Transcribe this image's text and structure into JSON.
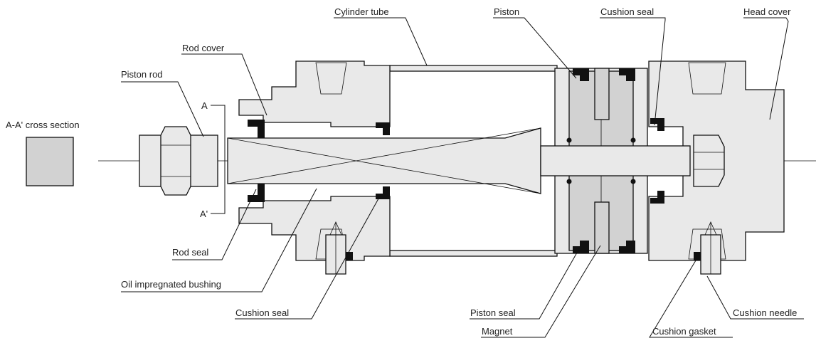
{
  "labels": {
    "section_title": "A-A' cross section",
    "section_a": "A",
    "section_a_prime": "A'",
    "piston_rod": "Piston rod",
    "rod_cover": "Rod cover",
    "cylinder_tube": "Cylinder tube",
    "piston": "Piston",
    "cushion_seal_top": "Cushion seal",
    "head_cover": "Head cover",
    "rod_seal": "Rod seal",
    "bushing": "Oil impregnated bushing",
    "cushion_seal_bottom": "Cushion seal",
    "piston_seal": "Piston seal",
    "magnet": "Magnet",
    "cushion_needle": "Cushion needle",
    "cushion_gasket": "Cushion gasket"
  }
}
